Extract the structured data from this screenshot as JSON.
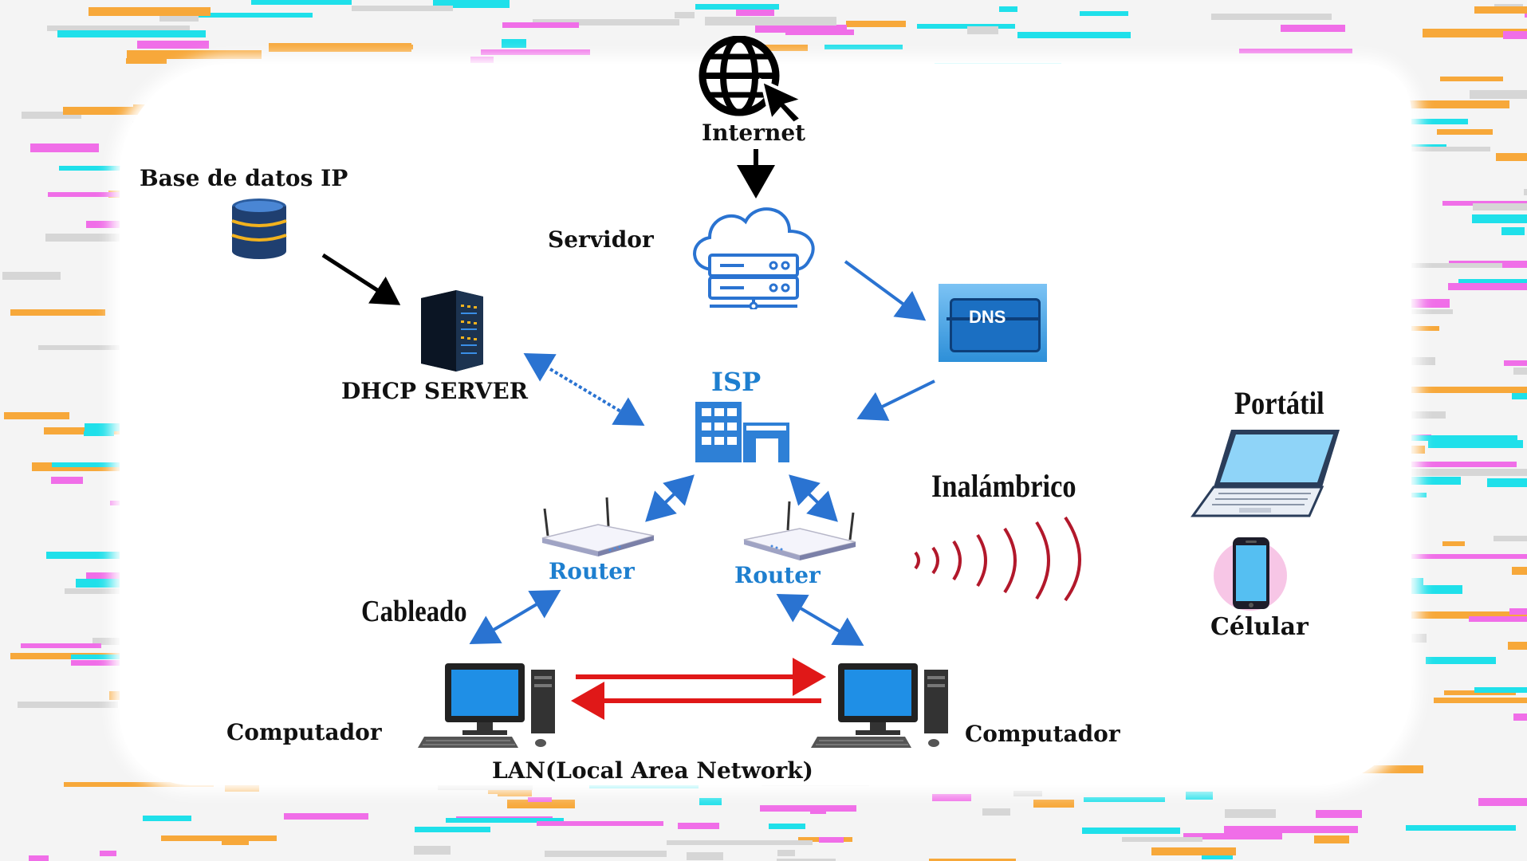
{
  "nodes": {
    "internet": "Internet",
    "servidor": "Servidor",
    "base_datos": "Base de datos IP",
    "dhcp": "DHCP SERVER",
    "dns": "DNS",
    "isp": "ISP",
    "router_left": "Router",
    "router_right": "Router",
    "inalambrico": "Inalámbrico",
    "portatil": "Portátil",
    "celular": "Célular",
    "cableado": "Cableado",
    "computador_left": "Computador",
    "computador_right": "Computador",
    "lan": "LAN(Local Area Network)"
  },
  "colors": {
    "arrow_blue": "#2a73d1",
    "arrow_black": "#000000",
    "arrow_red": "#e01818",
    "label_blue": "#1e7fcf",
    "wave_red": "#b2182b",
    "dash_orange": "#f7a83a",
    "dash_cyan": "#1fe0ea",
    "dash_magenta": "#f06ee8",
    "dash_grey": "#d6d6d6"
  },
  "icons": [
    "globe-cursor-icon",
    "cloud-server-icon",
    "database-icon",
    "server-rack-icon",
    "dns-server-icon",
    "building-icon",
    "router-icon",
    "wireless-waves-icon",
    "laptop-icon",
    "smartphone-icon",
    "desktop-computer-icon"
  ]
}
